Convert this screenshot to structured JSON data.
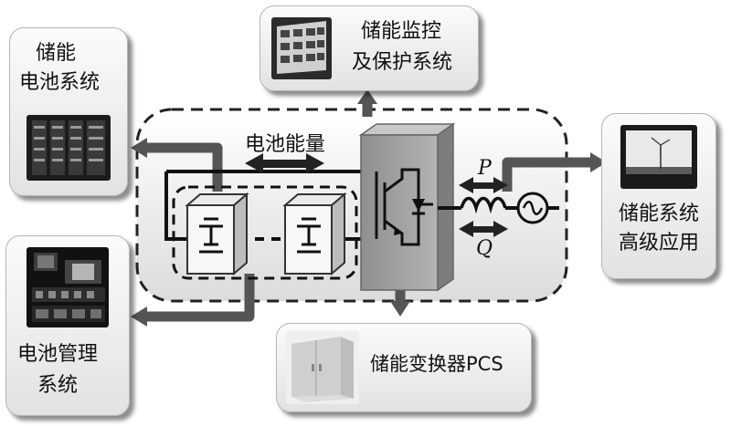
{
  "boxes": {
    "battery_system": {
      "line1": "储能",
      "line2": "电池系统"
    },
    "monitoring": {
      "line1": "储能监控",
      "line2": "及保护系统"
    },
    "advanced_app": {
      "line1": "储能系统",
      "line2": "高级应用"
    },
    "bms": {
      "line1": "电池管理",
      "line2": "系统"
    },
    "pcs": {
      "label": "储能变换器PCS"
    }
  },
  "core": {
    "battery_energy": "电池能量",
    "p_label": "P",
    "q_label": "Q"
  },
  "colors": {
    "arrow": "#555555",
    "converter": "#9e9e9e",
    "box_fill": "#f1f1f1"
  }
}
